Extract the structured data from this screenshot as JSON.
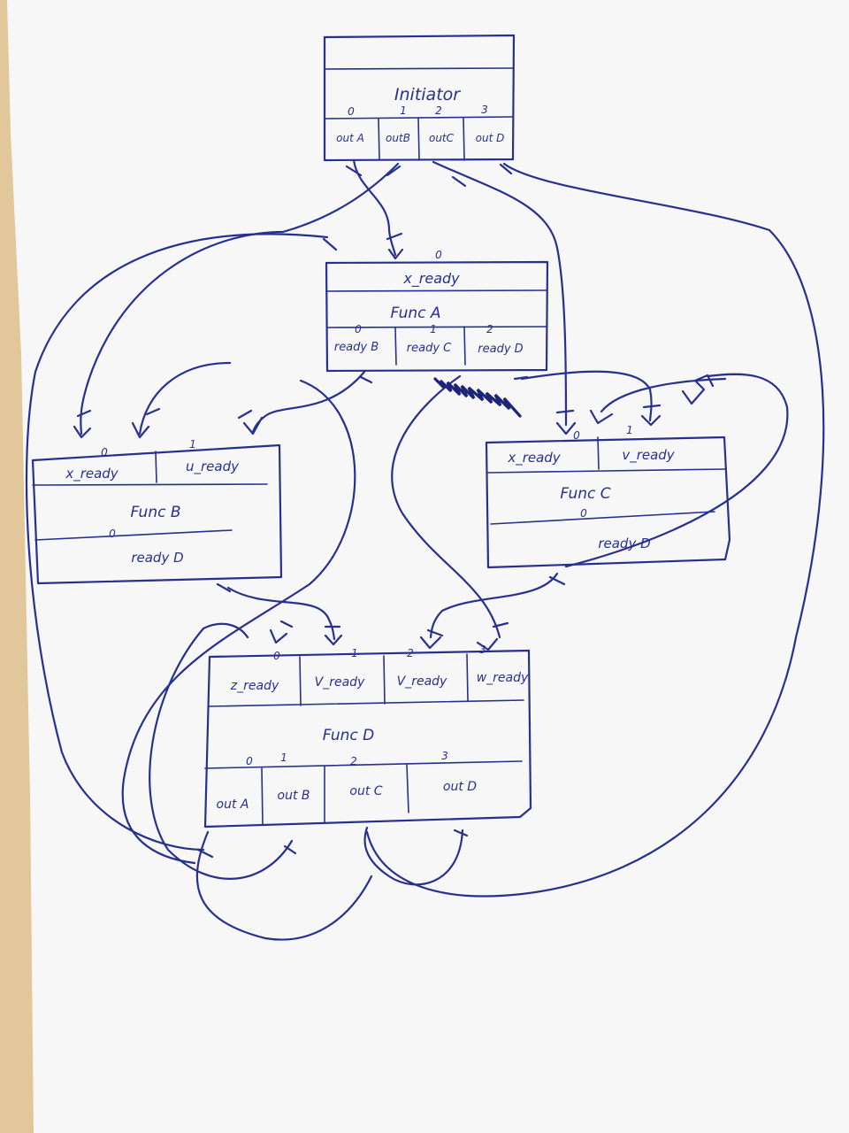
{
  "colors": {
    "paper": "#f7f7f8",
    "desk": "#e2c79a",
    "ink": "#27308f"
  },
  "boxes": {
    "initiator": {
      "title": "Initiator",
      "ports": [
        {
          "index": "0",
          "label": "out A"
        },
        {
          "index": "1",
          "label": "outB"
        },
        {
          "index": "2",
          "label": "outC"
        },
        {
          "index": "3",
          "label": "out D"
        }
      ]
    },
    "func_a": {
      "title": "Func A",
      "input": {
        "index": "0",
        "label": "x_ready"
      },
      "outputs": [
        {
          "index": "0",
          "label": "ready B"
        },
        {
          "index": "1",
          "label": "ready C"
        },
        {
          "index": "2",
          "label": "ready D"
        }
      ]
    },
    "func_b": {
      "title": "Func B",
      "inputs": [
        {
          "index": "0",
          "label": "x_ready"
        },
        {
          "index": "1",
          "label": "u_ready"
        }
      ],
      "output": {
        "index": "0",
        "label": "ready D"
      }
    },
    "func_c": {
      "title": "Func C",
      "inputs": [
        {
          "index": "0",
          "label": "x_ready"
        },
        {
          "index": "1",
          "label": "v_ready"
        }
      ],
      "output": {
        "index": "0",
        "label": "ready D"
      }
    },
    "func_d": {
      "title": "Func D",
      "inputs": [
        {
          "index": "0",
          "label": "z_ready"
        },
        {
          "index": "1",
          "label": "V_ready"
        },
        {
          "index": "2",
          "label": "V_ready"
        },
        {
          "index": "3",
          "label": "w_ready"
        }
      ],
      "outputs": [
        {
          "index": "0",
          "label": "out A"
        },
        {
          "index": "1",
          "label": "out B"
        },
        {
          "index": "2",
          "label": "out C"
        },
        {
          "index": "3",
          "label": "out D"
        }
      ]
    }
  }
}
